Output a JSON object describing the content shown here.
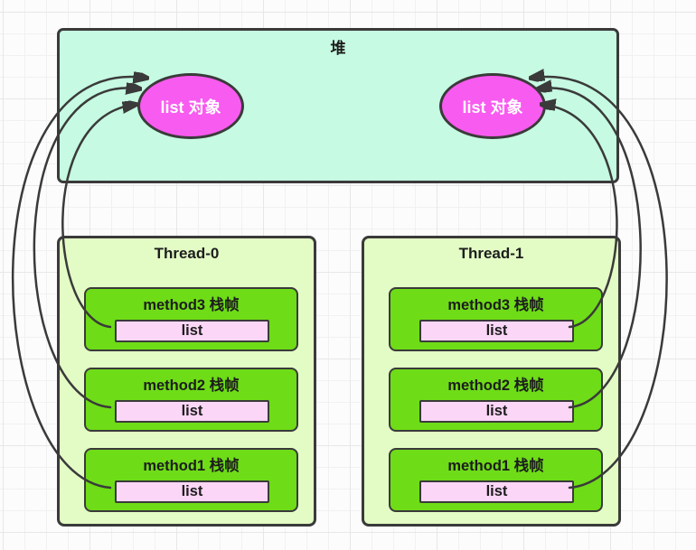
{
  "colors": {
    "heap_fill": "#c6fae2",
    "thread_fill": "#e3fcc5",
    "frame_fill": "#6edc17",
    "object_fill": "#f85bef",
    "var_fill": "#fbd6f7",
    "stroke": "#3a3a3a"
  },
  "heap": {
    "title": "堆",
    "objects": [
      {
        "label": "list 对象"
      },
      {
        "label": "list 对象"
      }
    ]
  },
  "threads": [
    {
      "title": "Thread-0",
      "frames": [
        {
          "title": "method3 栈帧",
          "variable": "list"
        },
        {
          "title": "method2 栈帧",
          "variable": "list"
        },
        {
          "title": "method1 栈帧",
          "variable": "list"
        }
      ]
    },
    {
      "title": "Thread-1",
      "frames": [
        {
          "title": "method3 栈帧",
          "variable": "list"
        },
        {
          "title": "method2 栈帧",
          "variable": "list"
        },
        {
          "title": "method1 栈帧",
          "variable": "list"
        }
      ]
    }
  ],
  "arrows": [
    {
      "from": "thread-0.method3.list",
      "to": "heap.object-0"
    },
    {
      "from": "thread-0.method2.list",
      "to": "heap.object-0"
    },
    {
      "from": "thread-0.method1.list",
      "to": "heap.object-0"
    },
    {
      "from": "thread-1.method3.list",
      "to": "heap.object-1"
    },
    {
      "from": "thread-1.method2.list",
      "to": "heap.object-1"
    },
    {
      "from": "thread-1.method1.list",
      "to": "heap.object-1"
    }
  ]
}
